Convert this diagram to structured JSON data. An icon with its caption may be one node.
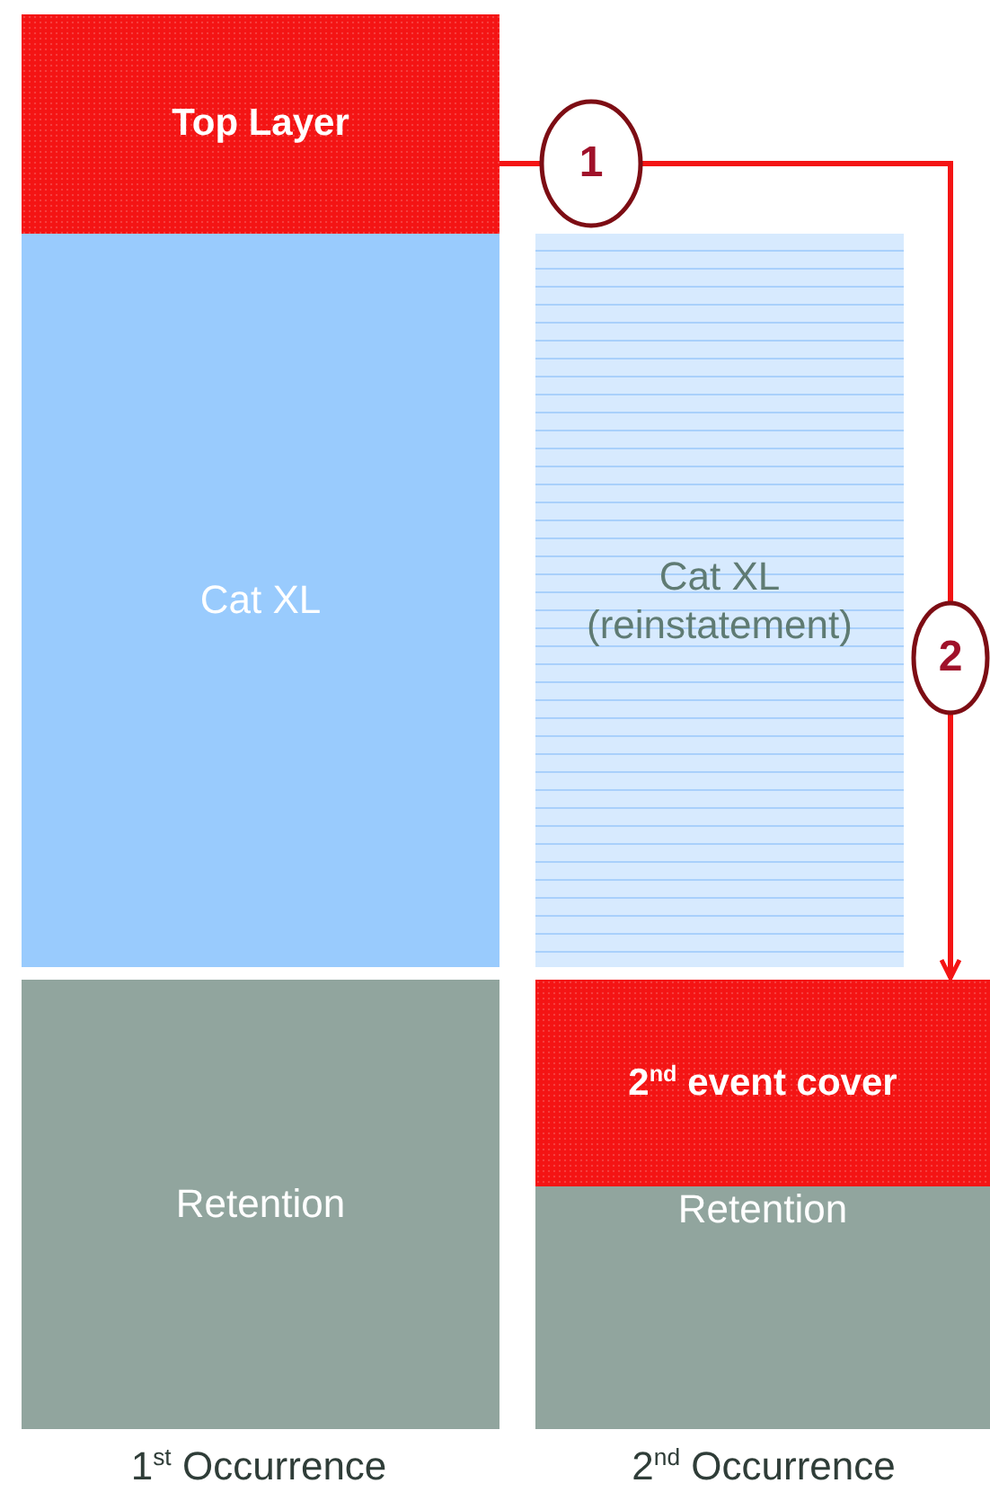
{
  "diagram": {
    "nodes": [
      {
        "text": [
          "Top Layer"
        ]
      },
      {
        "text": [
          "Cat XL"
        ]
      },
      {
        "text": [
          "Retention"
        ]
      },
      {
        "text": [
          "Cat XL (reinstatement)"
        ]
      },
      {
        "text": [
          "2$^{nd}$ event cover"
        ]
      },
      {
        "text": [
          "Retention"
        ]
      },
      {
        "text": [
          "1"
        ]
      },
      {
        "text": [
          "2"
        ]
      }
    ],
    "edges": [
      {
        "from": 0,
        "to": 6,
        "arrow": "none"
      },
      {
        "from": 6,
        "to": 7,
        "arrow": "none"
      },
      {
        "from": 7,
        "to": 4,
        "arrow": "to"
      }
    ],
    "labels": [
      "1$^{st}$ Occurrence",
      "2$^{nd}$ Occurrence"
    ]
  }
}
